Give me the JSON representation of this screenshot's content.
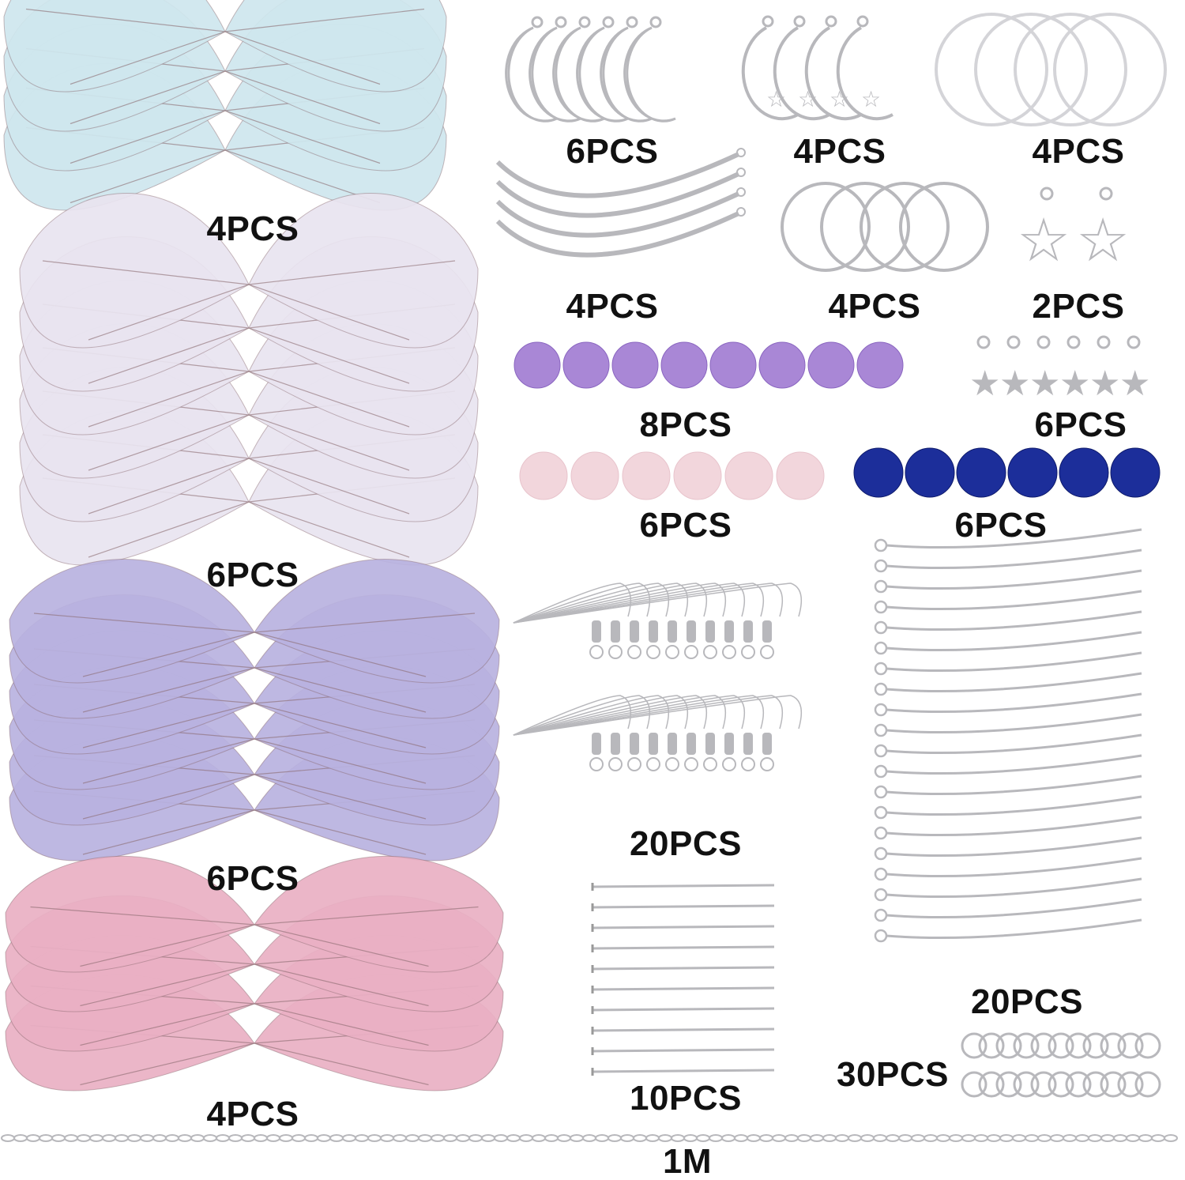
{
  "colors": {
    "wing_blue": "#cfe7ee",
    "wing_lavender": "#e9e4f0",
    "wing_purple": "#b9b2e0",
    "wing_pink": "#eab0c4",
    "vein": "#8a6a70",
    "silver": "#b8b8bc",
    "bead_purple": "#a987d6",
    "bead_pink": "#f2d6dc",
    "bead_blue": "#1c2e9a"
  },
  "labels": {
    "wings_blue": "4PCS",
    "wings_lavender": "6PCS",
    "wings_purple": "6PCS",
    "wings_pink": "4PCS",
    "moon_charms": "6PCS",
    "moon_star_charms": "4PCS",
    "large_rings": "4PCS",
    "curved_tubes": "4PCS",
    "medium_rings": "4PCS",
    "star_pendants": "2PCS",
    "purple_beads": "8PCS",
    "star_charms": "6PCS",
    "pink_beads": "6PCS",
    "blue_beads": "6PCS",
    "earring_hooks": "20PCS",
    "eye_pins": "20PCS",
    "head_pins": "10PCS",
    "jump_rings": "30PCS",
    "chain": "1M"
  }
}
